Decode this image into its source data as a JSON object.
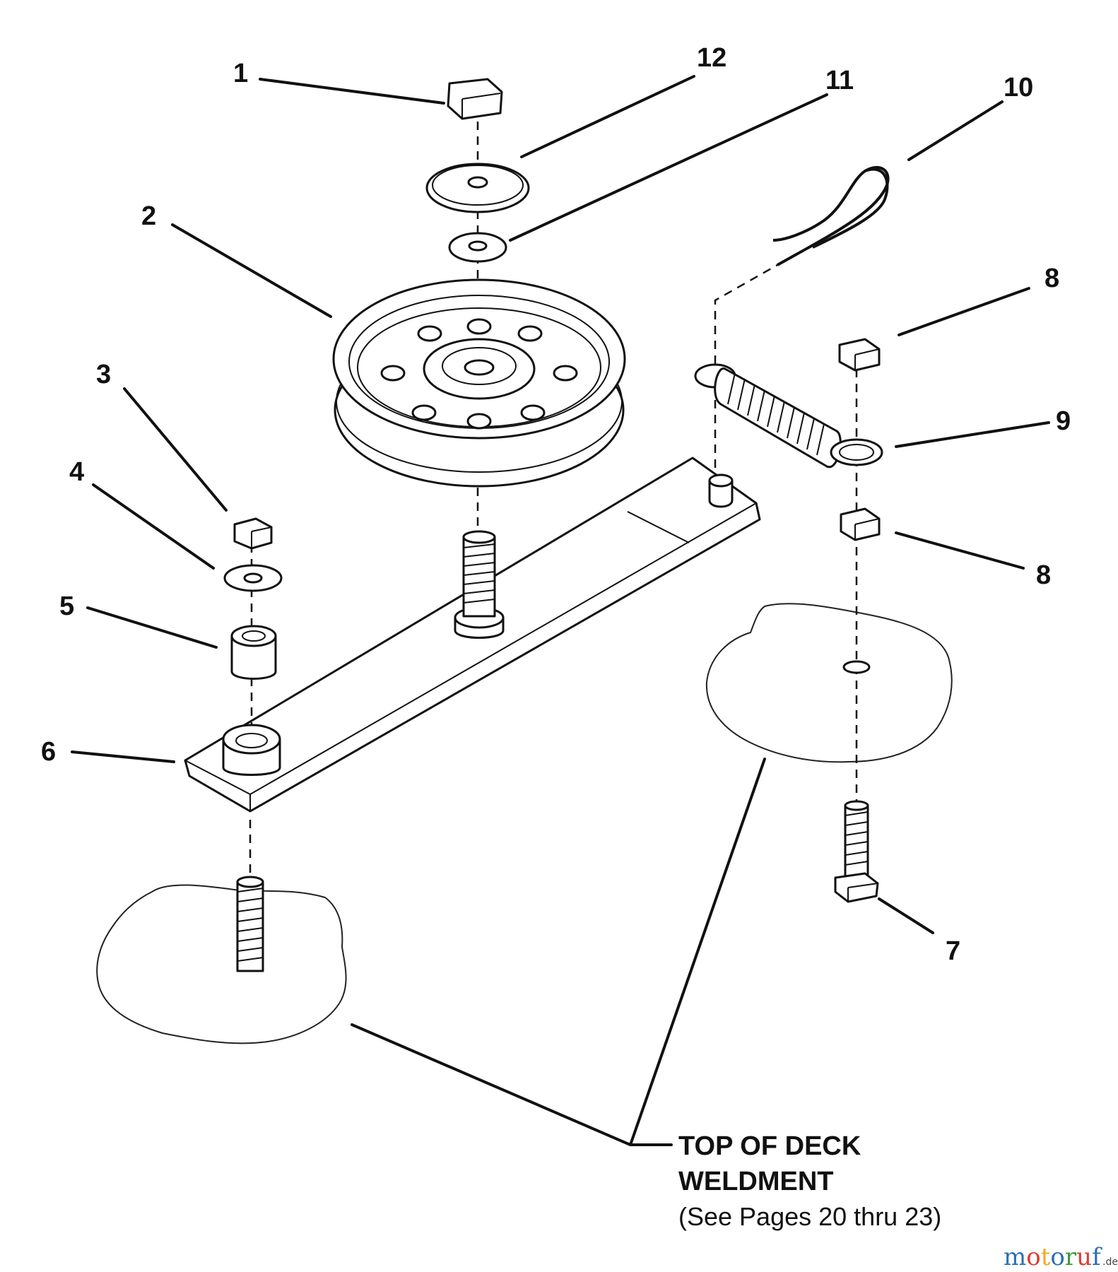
{
  "diagram": {
    "callouts": [
      "1",
      "2",
      "3",
      "4",
      "5",
      "6",
      "7",
      "8",
      "8",
      "9",
      "10",
      "11",
      "12"
    ],
    "note": {
      "line1": "TOP OF DECK",
      "line2": "WELDMENT",
      "line3": "(See Pages 20 thru 23)"
    },
    "watermark": {
      "main": "motoruf",
      "suffix": ".de",
      "colors": [
        "#2a6fb5",
        "#e03a2f",
        "#f2a81d",
        "#2a6fb5",
        "#3c9a3c",
        "#e03a2f",
        "#2a6fb5"
      ]
    }
  }
}
